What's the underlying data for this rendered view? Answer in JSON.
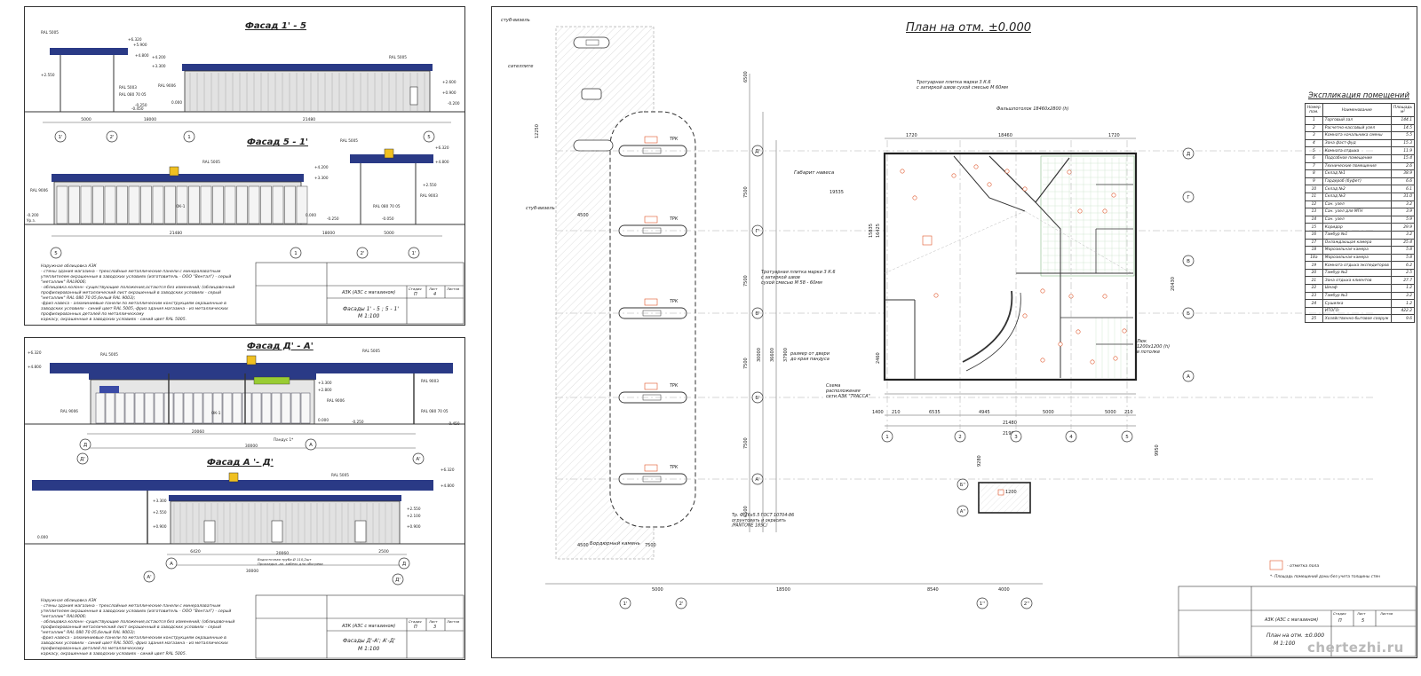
{
  "colors": {
    "facade_blue": "#2a3a86",
    "panel_grey": "#d8d8d8",
    "line": "#333333",
    "dim_line": "#555555",
    "marker_orange": "#e0562a",
    "grid_green": "#3a8a3a"
  },
  "sheet_p4": {
    "title_facade_1": "Фасад 1' - 5",
    "title_facade_2": "Фасад 5 - 1'",
    "labels": {
      "ral5005": "RAL 5005",
      "ral9006": "RAL 9006",
      "ral5003": "RAL 5003",
      "ral080": "RAL 080 70 05",
      "ral9003": "RAL 9003",
      "ok1": "ОК-1"
    },
    "elev": {
      "e6320": "+6.320",
      "e5900": "+5.900",
      "e4800": "+4.800",
      "e4200": "+4.200",
      "e3300": "+3.300",
      "e2550": "+2.550",
      "e2600": "+2.600",
      "e0900": "+0.900",
      "e0200": "-0.200",
      "e0250": "-0.250",
      "e0050": "-0.050",
      "e0450": "-0.450",
      "e0000": "0.000",
      "up": "Ур.з."
    },
    "dims": {
      "d5000": "5000",
      "d18000": "18000",
      "d21480": "21480"
    },
    "axes": [
      "1'",
      "2'",
      "1",
      "5"
    ],
    "notes": "Наружная облицовка АЗК\n- стены здания магазина - трехслойные металлические панели с минераловатным\nутеплителем окрашенные в заводских условиях (изготовитель - ООО \"Вентал\") - серый\n\"металлик\" RAL9006;\n- облицовка колонн -существующие положения,остаются без изменений; (облицовочный\nпрофилированный металлический лист окрашенный в заводских условиях - серый\n\"металлик\" RAL 080 70 05,белый  RAL 9003);\n-фриз навеса - алюминиевые панели по металлическим конструкциям окрашенные в\nзаводских условиях - синий цвет RAL 5005,-фриз здания магазина - из металлических\nпрофилированных деталей по металлическому\nкаркасу, окрашенные в заводских условиях - синий цвет RAL 5005.",
    "stamp": {
      "project": "АЗК (АЗС с магазином)",
      "sheet_title": "Фасады 1' - 5 ; 5 - 1'",
      "scale": "М 1:100",
      "stage_h": "Стадия",
      "sheet_h": "Лист",
      "sheets_h": "Листов",
      "stage": "П",
      "sheet": "4"
    }
  },
  "sheet_p3": {
    "title_facade_1": "Фасад Д' - А'",
    "title_facade_2": "Фасад А '- Д'",
    "labels": {
      "ral5005": "RAL 5005",
      "ral9006": "RAL 9006",
      "ral9003": "RAL 9003",
      "ral080": "RAL 080 70 05",
      "ok1": "ОК-1",
      "pandus": "Пандус 1*"
    },
    "elev": {
      "e6320": "+6.320",
      "e4800": "+4.800",
      "e3300": "+3.300",
      "e2800": "+2.800",
      "e2550": "+2.550",
      "e2100": "+2.100",
      "e0900": "+0.900",
      "e0000": "0.000",
      "e0250": "-0.250",
      "e0450": "-0.450"
    },
    "dims": {
      "d20060": "20060",
      "d30000": "30000",
      "d6420": "6420",
      "d2500": "2500"
    },
    "axes": [
      "Д",
      "Д'",
      "А",
      "А'"
    ],
    "drain": "Водосточная труба Ø 110,2шт\nПрокладка -ал. кабель для обогрева",
    "notes": "Наружная облицовка АЗК\n- стены здания магазина - трехслойные металлические панели с минераловатным\nутеплителем окрашенные в заводских условиях (изготовитель - ООО \"Вентал\") - серый\n\"металлик\" RAL9006;\n- облицовка колонн -существующие положения,остаются без изменений; (облицовочный\nпрофилированный металлический лист окрашенный в заводских условиях - серый\n\"металлик\" RAL 080 70 05,белый  RAL 9003);\n-фриз навеса - алюминиевые панели по металлическим конструкциям окрашенные в\nзаводских условиях - синий цвет RAL 5005,-фриз здания магазина - из металлических\nпрофилированных деталей по металлическому\nкаркасу, окрашенные в заводских условиях - синий цвет RAL 5005.",
    "stamp": {
      "project": "АЗК (АЗС с магазином)",
      "sheet_title": "Фасады Д'-А'; А'-Д'",
      "scale": "М 1:100",
      "stage_h": "Стадия",
      "sheet_h": "Лист",
      "sheets_h": "Листов",
      "stage": "П",
      "sheet": "3"
    }
  },
  "plan": {
    "title": "План на отм. ±0.000",
    "labels": {
      "stub": "стуб-визель",
      "satellite": "сателлите",
      "stub2": "стуб-визель",
      "canopy": "Габарит навеса",
      "tile1": "Тротуарная плитка марки 3 К.6\nс затиркой швов сухой смесью М 60мм",
      "fals": "Фальшпотолок 18460х2800 (h)",
      "tile2": "Тротуарная плитка марки 3 К.6\nс затиркой швов\nсухой смесью М 58 - 60мм",
      "ramp": "размер от двери\nдо края пандуса",
      "scheme": "Схема\nрасположения\nсети АЗК \"ТРАССА\"",
      "hatch": "Люк\n1200х1200 (h)\nв потолке",
      "pipe": "Тр. Ф 76х5.5 ГОСТ 10704-86\nогрунтовать и окрасить\n/PANTONE 185C/",
      "curb": "Бордюрный камень",
      "trk": "ТРК",
      "legend1": "- отметка пола",
      "legend2": "*- Площадь помещений даны без учета толщины стен"
    },
    "dims": {
      "d1720": "1720",
      "d18460": "18460",
      "d19535": "19535",
      "d4500": "4500",
      "d6500": "6500",
      "d7500": "7500",
      "d30000": "30000",
      "d36600": "36600",
      "d37900": "37900",
      "d12250": "12250",
      "d21480": "21480",
      "d21900": "21900",
      "d6535": "6535",
      "d4945": "4945",
      "d5000": "5000",
      "d210": "210",
      "d1400": "1400",
      "d18500": "18500",
      "d8540": "8540",
      "d4000": "4000",
      "d9950": "9950",
      "d9280": "9280",
      "d1200": "1200",
      "d2460": "2460",
      "d15835": "15835",
      "d16425": "16425",
      "d20430": "20430"
    },
    "axes_bottom": [
      "1",
      "2",
      "3",
      "4",
      "5"
    ],
    "axes_right": [
      "Д",
      "Г",
      "В",
      "Б",
      "А"
    ],
    "axes_left": [
      "Д'",
      "Г'",
      "В'",
      "Б'",
      "А'"
    ],
    "axes_lower": [
      "1'",
      "2'",
      "1''",
      "2''"
    ],
    "axes_small": [
      "Б''",
      "А''"
    ],
    "stamp": {
      "project": "АЗК (АЗС с магазином)",
      "sheet_title": "План на отм. ±0.000",
      "scale": "М 1:100",
      "stage_h": "Стадия",
      "sheet_h": "Лист",
      "sheets_h": "Листов",
      "stage": "П",
      "sheet": "5"
    },
    "watermark": "chertezhi.ru"
  },
  "explication": {
    "title": "Экспликация помещений",
    "headers": [
      "Номер пом.",
      "Наименование",
      "Площадь м²"
    ],
    "rows": [
      [
        "1",
        "Торговый зал",
        "144.1"
      ],
      [
        "2",
        "Расчетно-кассовый узел",
        "14.5"
      ],
      [
        "3",
        "Комната начальника смены",
        "5.5"
      ],
      [
        "4",
        "Зона фаст-фуд",
        "15.3"
      ],
      [
        "5",
        "Комната отдыха",
        "11.9"
      ],
      [
        "6",
        "Подсобное помещение",
        "15.4"
      ],
      [
        "7",
        "Технические помещения",
        "2.6"
      ],
      [
        "8",
        "Склад №1",
        "38.9"
      ],
      [
        "9",
        "Гардероб (буфет)",
        "6.6"
      ],
      [
        "10",
        "Склад №2",
        "6.1"
      ],
      [
        "11",
        "Склад №3",
        "31.0"
      ],
      [
        "12",
        "Сан. узел",
        "3.2"
      ],
      [
        "13",
        "Сан. узел для МГН",
        "3.9"
      ],
      [
        "14",
        "Сан. узел",
        "5.9"
      ],
      [
        "15",
        "Коридор",
        "29.9"
      ],
      [
        "16",
        "Тамбур №1",
        "3.2"
      ],
      [
        "17",
        "Охлаждающая камера",
        "25.4"
      ],
      [
        "18",
        "Морозильная камера",
        "5.8"
      ],
      [
        "18а",
        "Морозильная камера",
        "5.8"
      ],
      [
        "19",
        "Комната отдыха экспедиторов",
        "6.2"
      ],
      [
        "20",
        "Тамбур №2",
        "2.5"
      ],
      [
        "21",
        "Зона отдыха клиентов",
        "27.7"
      ],
      [
        "22",
        "Шкаф",
        "1.2"
      ],
      [
        "23",
        "Тамбур №3",
        "3.2"
      ],
      [
        "24",
        "Сушилка",
        "1.2"
      ],
      [
        "",
        "ИТОГО:",
        "422.2"
      ],
      [
        "25",
        "Хозяйственно-бытовое сооруж",
        "9.6"
      ]
    ]
  }
}
